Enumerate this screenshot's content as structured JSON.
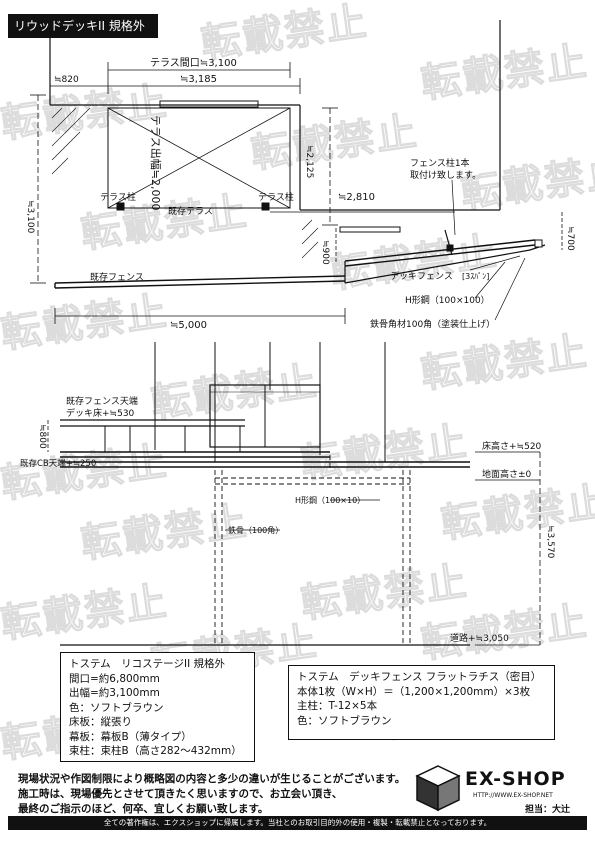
{
  "title": "リウッドデッキII 規格外",
  "watermark": "転載禁止",
  "plan": {
    "dim_terrace_span": "テラス間口≒3,100",
    "dim_left_top": "≒820",
    "dim_3185": "≒3,185",
    "dim_left_3100": "≒3,100",
    "label_terrace_depth": "テラス出幅≒2,000",
    "dim_2125": "≒2,125",
    "label_terrace_post_left": "テラス柱",
    "label_terrace_post_right": "テラス柱",
    "label_existing_terrace": "既存テラス",
    "dim_2810": "≒2,810",
    "label_fence_post": "フェンス柱1本",
    "label_fence_post_2": "取付け致します。",
    "dim_900": "≒900",
    "dim_700": "≒700",
    "label_existing_fence": "既存フェンス",
    "label_deck_fence": "デッキフェンス",
    "label_deck_fence_span": "[3ｽﾊﾟﾝ]",
    "label_h_steel": "H形鋼（100×100）",
    "label_steel_square": "鉄骨角材100角（塗装仕上げ）",
    "dim_5000": "≒5,000"
  },
  "elevation": {
    "label_fence_top": "既存フェンス天端",
    "label_deck_floor": "デッキ床+≒530",
    "dim_800": "≒800",
    "label_cb_top": "既存CB天端+≒250",
    "label_floor_height": "床高さ+≒520",
    "label_ground": "地面高さ±0",
    "label_h_steel_small": "H形鋼（100×10）",
    "label_steel": "鉄骨（100角）",
    "dim_3570": "≒3,570",
    "label_road": "道路+≒3,050"
  },
  "spec_left": [
    "トステム　リコステージII 規格外",
    "間口=約6,800mm",
    "出幅=約3,100mm",
    "色：ソフトブラウン",
    "床板：縦張り",
    "幕板：幕板B（薄タイプ）",
    "束柱：束柱B（高さ282～432mm）"
  ],
  "spec_right": [
    "トステム　デッキフェンス フラットラチス（密目）",
    "本体1枚（W×H）＝（1,200×1,200mm）×3枚",
    "主柱：T-12×5本",
    "色：ソフトブラウン"
  ],
  "notice": [
    "現場状況や作図制限により概略図の内容と多少の違いが生じることがございます。",
    "施工時は、現場優先とさせて頂きたく思いますので、お立会い頂き、",
    "最終のご指示のほど、何卒、宜しくお願い致します。"
  ],
  "logo": {
    "name": "EX-SHOP",
    "url": "HTTP://WWW.EX-SHOP.NET",
    "staff": "担当：大辻"
  },
  "footer": "全ての著作権は、エクスショップに帰属します。当社とのお取引目的外の使用・複製・転載禁止となっております。"
}
